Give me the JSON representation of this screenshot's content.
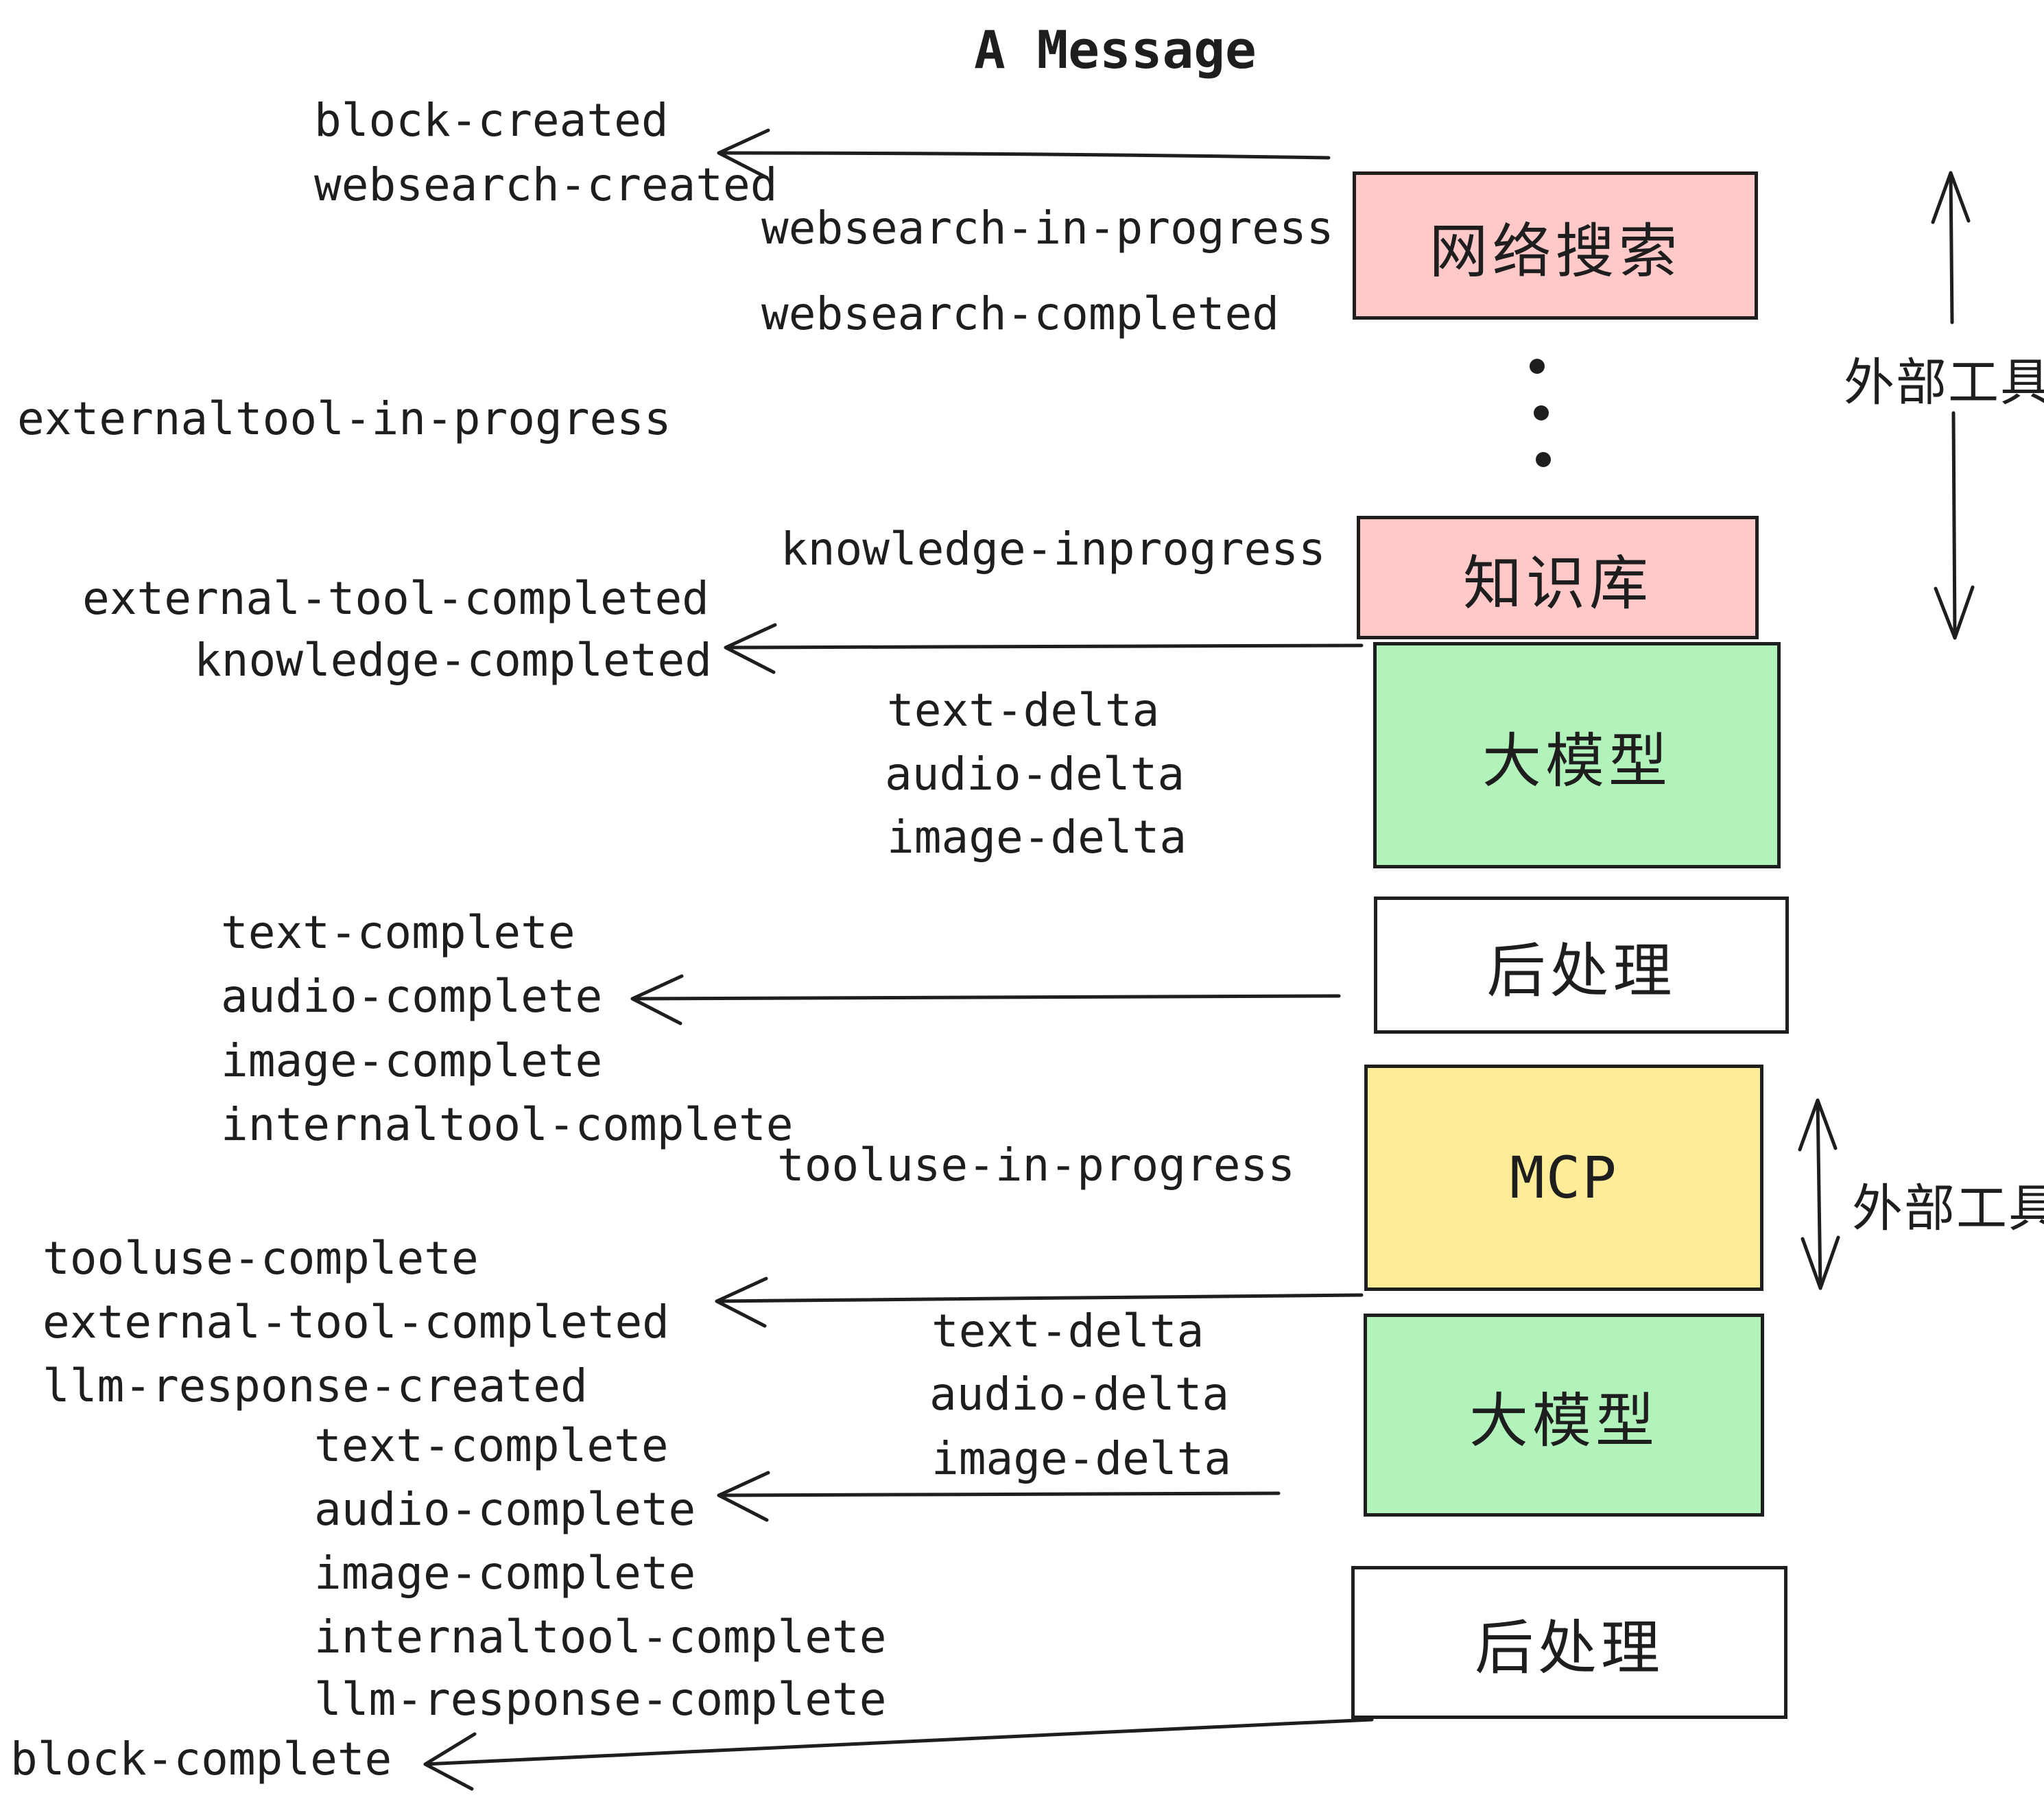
{
  "title": "A Message",
  "colors": {
    "stroke": "#1e1e1e",
    "pink": "#ffc9c9",
    "green": "#b2f2bb",
    "yellow": "#ffec99",
    "white": "#ffffff"
  },
  "boxes": [
    {
      "id": "websearch",
      "label": "网络搜索",
      "color": "#ffc9c9"
    },
    {
      "id": "knowledge",
      "label": "知识库",
      "color": "#ffc9c9"
    },
    {
      "id": "llm-1",
      "label": "大模型",
      "color": "#b2f2bb"
    },
    {
      "id": "postprocess-1",
      "label": "后处理",
      "color": "#ffffff"
    },
    {
      "id": "mcp",
      "label": "MCP",
      "color": "#ffec99"
    },
    {
      "id": "llm-2",
      "label": "大模型",
      "color": "#b2f2bb"
    },
    {
      "id": "postprocess-2",
      "label": "后处理",
      "color": "#ffffff"
    }
  ],
  "rails": [
    {
      "label": "外部工具"
    },
    {
      "label": "外部工具"
    }
  ],
  "events": [
    "block-created",
    "websearch-created",
    "websearch-in-progress",
    "websearch-completed",
    "externaltool-in-progress",
    "knowledge-inprogress",
    "external-tool-completed",
    "knowledge-completed",
    "text-delta",
    "audio-delta",
    "image-delta",
    "text-complete",
    "audio-complete",
    "image-complete",
    "internaltool-complete",
    "tooluse-in-progress",
    "tooluse-complete",
    "external-tool-completed",
    "llm-response-created",
    "text-delta",
    "audio-delta",
    "image-delta",
    "text-complete",
    "audio-complete",
    "image-complete",
    "internaltool-complete",
    "llm-response-complete",
    "block-complete"
  ],
  "icons": {
    "ellipsis": "vertical-ellipsis"
  }
}
